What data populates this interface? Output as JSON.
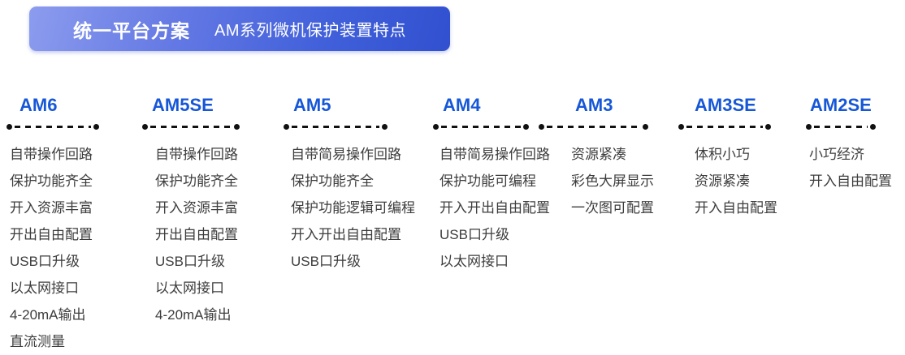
{
  "header": {
    "title": "统一平台方案",
    "subtitle": "AM系列微机保护装置特点"
  },
  "columns": [
    {
      "name": "AM6",
      "features": [
        "自带操作回路",
        "保护功能齐全",
        "开入资源丰富",
        "开出自由配置",
        "USB口升级",
        "以太网接口",
        "4-20mA输出",
        "直流测量"
      ]
    },
    {
      "name": "AM5SE",
      "features": [
        "自带操作回路",
        "保护功能齐全",
        "开入资源丰富",
        "开出自由配置",
        "USB口升级",
        "以太网接口",
        "4-20mA输出"
      ]
    },
    {
      "name": "AM5",
      "features": [
        "自带简易操作回路",
        "保护功能齐全",
        "保护功能逻辑可编程",
        "开入开出自由配置",
        "USB口升级"
      ]
    },
    {
      "name": "AM4",
      "features": [
        "自带简易操作回路",
        "保护功能可编程",
        "开入开出自由配置",
        "USB口升级",
        "以太网接口"
      ]
    },
    {
      "name": "AM3",
      "features": [
        "资源紧凑",
        "彩色大屏显示",
        "一次图可配置"
      ]
    },
    {
      "name": "AM3SE",
      "features": [
        "体积小巧",
        "资源紧凑",
        "开入自由配置"
      ]
    },
    {
      "name": "AM2SE",
      "features": [
        "小巧经济",
        "开入自由配置"
      ]
    }
  ],
  "colors": {
    "banner_gradient_start": "#8c9cee",
    "banner_gradient_end": "#3150d0",
    "banner_text": "#ffffff",
    "product_name": "#1657d8",
    "feature_text": "#3d3d3d",
    "divider": "#111111"
  }
}
